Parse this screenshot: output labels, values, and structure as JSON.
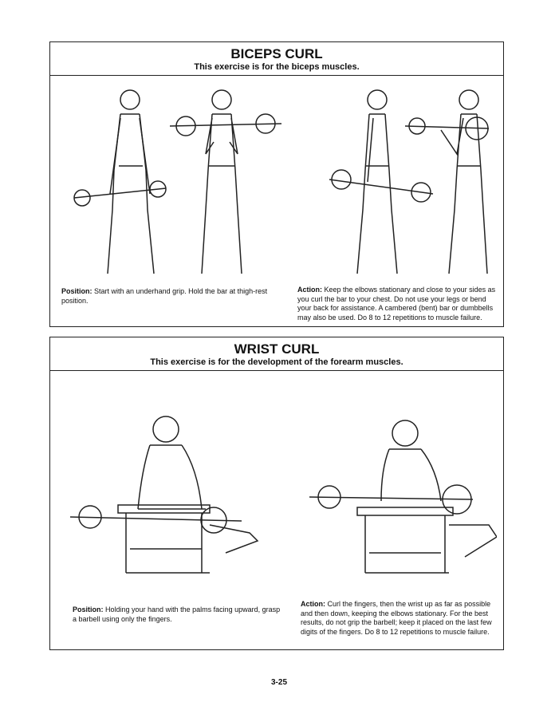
{
  "sections": [
    {
      "title": "BICEPS CURL",
      "subtitle": "This exercise is for the biceps muscles.",
      "position_label": "Position:",
      "position_text": "Start with an underhand grip.  Hold the bar at thigh-rest position.",
      "action_label": "Action:",
      "action_text": "Keep the elbows stationary and close to your sides as you curl the bar to your chest. Do not use your legs or bend your back for assistance.  A cambered (bent) bar or dumbbells may also be used.  Do 8 to 12 repetitions to muscle failure."
    },
    {
      "title": "WRIST CURL",
      "subtitle": "This exercise is for the development of the forearm muscles.",
      "position_label": "Position:",
      "position_text": "Holding your hand with the palms facing upward, grasp a barbell using only the fingers.",
      "action_label": "Action:",
      "action_text": "Curl the fingers, then the wrist up as far as possible and then down, keeping the elbows stationary.  For the best results, do not grip the barbell; keep it placed on the last few digits of the fingers.  Do 8 to 12 repetitions to muscle failure."
    }
  ],
  "page_number": "3-25"
}
